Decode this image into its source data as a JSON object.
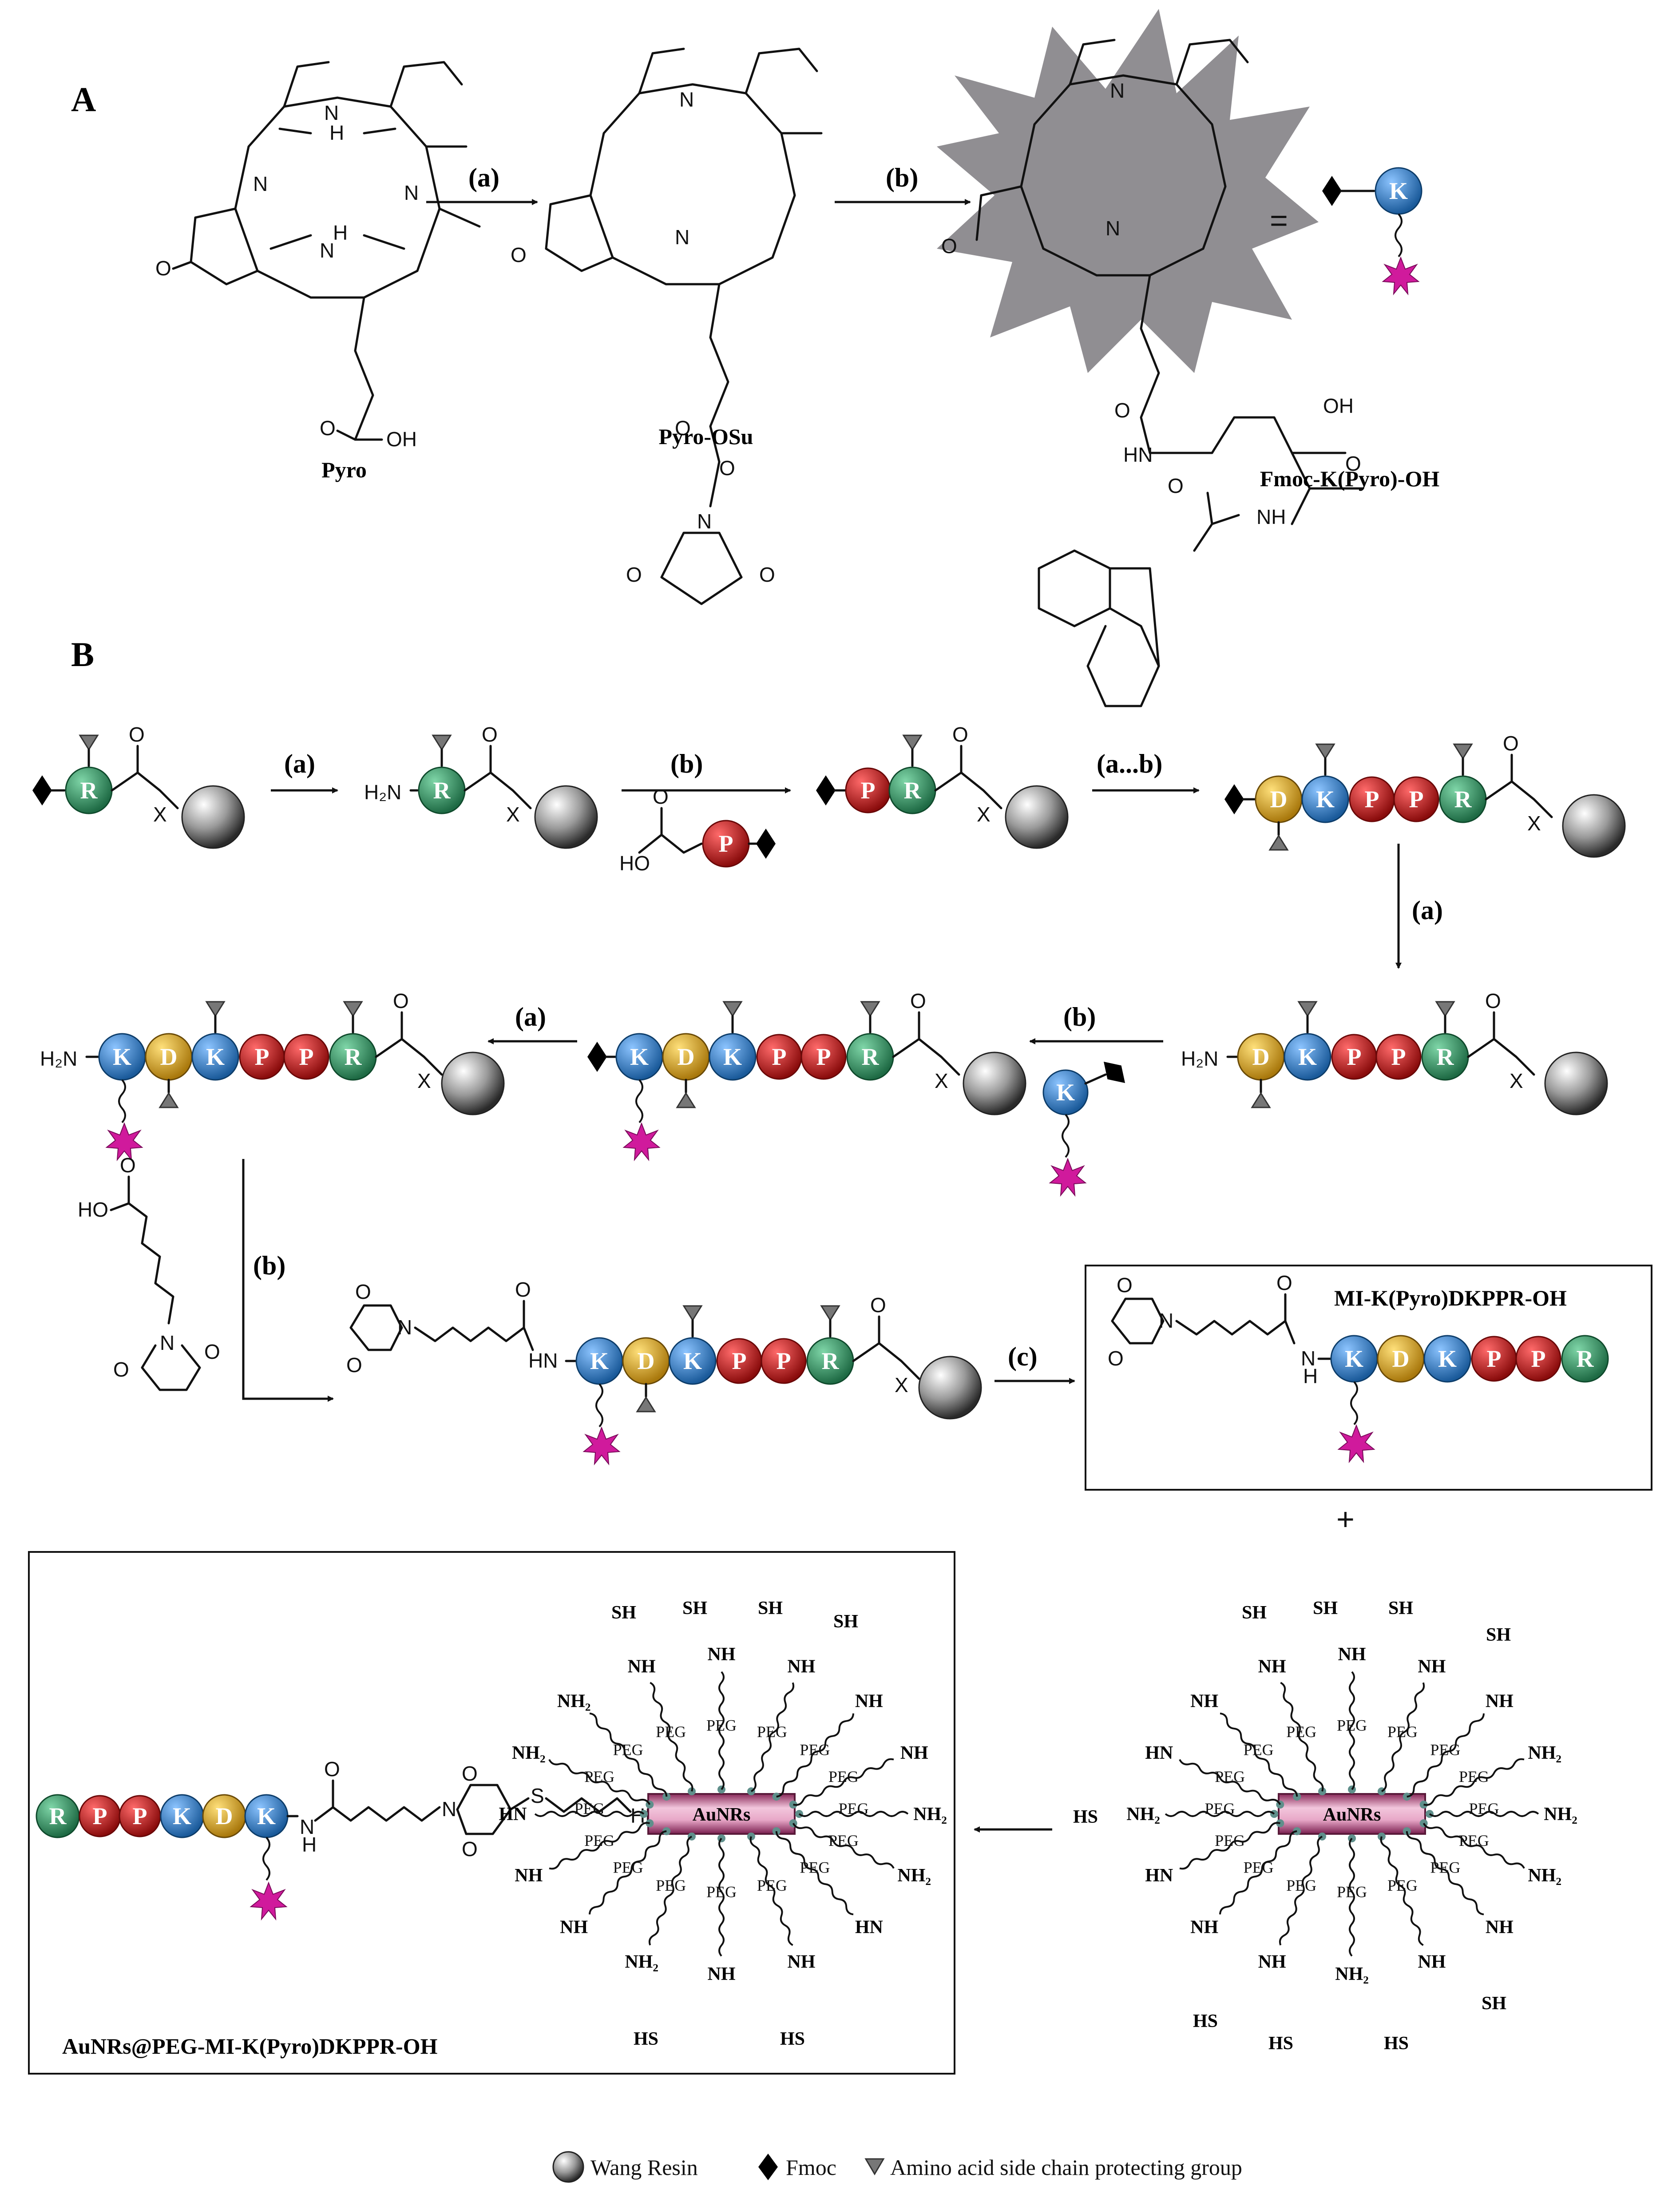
{
  "colors": {
    "R": "#2e8b5e",
    "P": "#c41a1a",
    "K": "#2f7fc8",
    "D": "#d8a41c",
    "pyro_star": "#cc1a9a",
    "aunr": "#c86a96",
    "bead": "#5f8f8b"
  },
  "panel_a": {
    "label": "A",
    "steps": {
      "a": "(a)",
      "b": "(b)"
    },
    "compounds": {
      "pyro": "Pyro",
      "pyro_osu": "Pyro-OSu",
      "fmoc_k_pyro": "Fmoc-K(Pyro)-OH"
    },
    "equals": "=",
    "atoms": {
      "NH": "NH",
      "N": "N",
      "H": "H",
      "O": "O",
      "OH": "OH",
      "HN": "HN",
      "C": "O"
    },
    "symbol_residue": "K"
  },
  "panel_b": {
    "label": "B",
    "steps": {
      "a": "(a)",
      "b": "(b)",
      "ab": "(a...b)",
      "c": "(c)"
    },
    "x_label": "X",
    "h2n": "H₂N",
    "hn": "HN",
    "n": "N",
    "o": "O",
    "ho": "HO",
    "residues": {
      "R": "R",
      "P": "P",
      "K": "K",
      "D": "D"
    },
    "product_name": "MI-K(Pyro)DKPPR-OH",
    "plus": "+",
    "final_name": "AuNRs@PEG-MI-K(Pyro)DKPPR-OH",
    "aunrs": "AuNRs",
    "peg": "PEG",
    "sh": "SH",
    "hs": "HS",
    "nh": "NH",
    "nh2": "NH₂",
    "s": "S",
    "h_small": "H"
  },
  "legend": {
    "wang_resin": "Wang Resin",
    "fmoc": "Fmoc",
    "protecting_group": "Amino acid side chain protecting group"
  }
}
